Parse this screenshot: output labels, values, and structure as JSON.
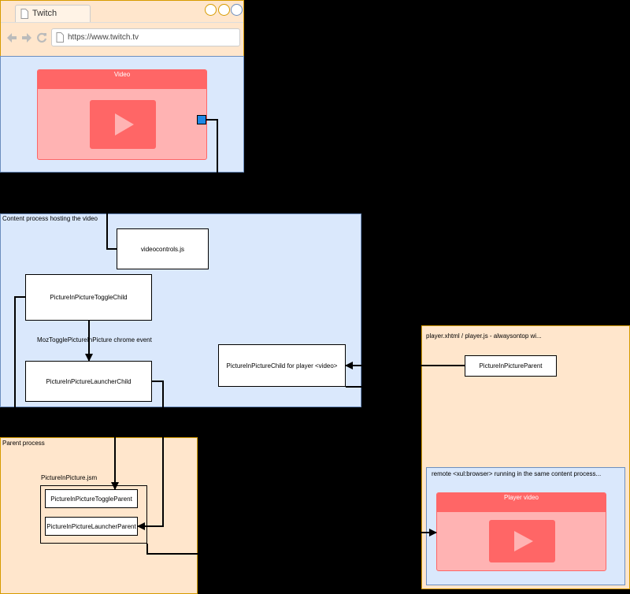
{
  "colors": {
    "background": "#000000",
    "blue_panel": "#dae8fc",
    "orange_panel": "#ffe6cc",
    "video_red": "#ff6666",
    "video_body": "#ffb3b3",
    "anchor_blue": "#1e88e5"
  },
  "browser": {
    "tab_title": "Twitch",
    "url": "https://www.twitch.tv",
    "video_title": "Video"
  },
  "content_process": {
    "label": "Content process hosting the video",
    "videocontrols": "videocontrols.js",
    "toggle_child": "PictureInPictureToggleChild",
    "event_label": "MozTogglePictureInPicture chrome event",
    "launcher_child": "PictureInPictureLauncherChild",
    "pip_child": "PictureInPictureChild for player <video>"
  },
  "parent_process": {
    "label": "Parent process",
    "jsm_label": "PictureInPicture.jsm",
    "toggle_parent": "PictureInPictureToggleParent",
    "launcher_parent": "PictureInPictureLauncherParent"
  },
  "player_window": {
    "label": "player.xhtml / player.js - alwaysontop wi...",
    "pip_parent": "PictureInPictureParent",
    "remote_label": "remote <xul:browser> running in the same content process...",
    "player_video_title": "Player video"
  }
}
